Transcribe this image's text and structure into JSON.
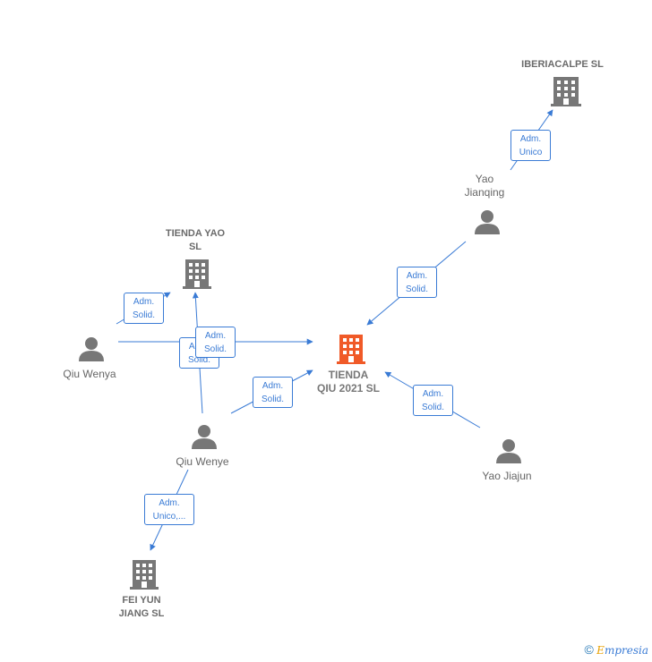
{
  "nodes": {
    "iberiacalpe": {
      "label": "IBERIACALPE SL"
    },
    "tienda_yao": {
      "label_line1": "TIENDA YAO",
      "label_line2": "SL"
    },
    "tienda_qiu": {
      "label_line1": "TIENDA",
      "label_line2": "QIU 2021  SL"
    },
    "fei_yun": {
      "label_line1": "FEI YUN",
      "label_line2": "JIANG SL"
    },
    "yao_jianqing": {
      "label_line1": "Yao",
      "label_line2": "Jianqing"
    },
    "qiu_wenya": {
      "label": "Qiu Wenya"
    },
    "qiu_wenye": {
      "label": "Qiu Wenye"
    },
    "yao_jiajun": {
      "label": "Yao Jiajun"
    }
  },
  "edges": {
    "jianqing_iberiacalpe": {
      "line1": "Adm.",
      "line2": "Unico"
    },
    "jianqing_tienda_qiu": {
      "line1": "Adm.",
      "line2": "Solid."
    },
    "wenya_tienda_yao": {
      "line1": "Adm.",
      "line2": "Solid."
    },
    "wenye_tienda_yao": {
      "line1": "Adm.",
      "line2": "Solid."
    },
    "wenya_tienda_qiu": {
      "line1": "Adm.",
      "line2": "Solid."
    },
    "wenye_tienda_qiu": {
      "line1": "Adm.",
      "line2": "Solid."
    },
    "jiajun_tienda_qiu": {
      "line1": "Adm.",
      "line2": "Solid."
    },
    "wenye_fei_yun": {
      "line1": "Adm.",
      "line2": "Unico,..."
    }
  },
  "footer": {
    "copyright": "©",
    "brand_initial": "E",
    "brand_rest": "mpresia"
  },
  "colors": {
    "edge": "#3a7bd5",
    "person": "#777777",
    "building": "#777777",
    "focus": "#f05a28"
  }
}
